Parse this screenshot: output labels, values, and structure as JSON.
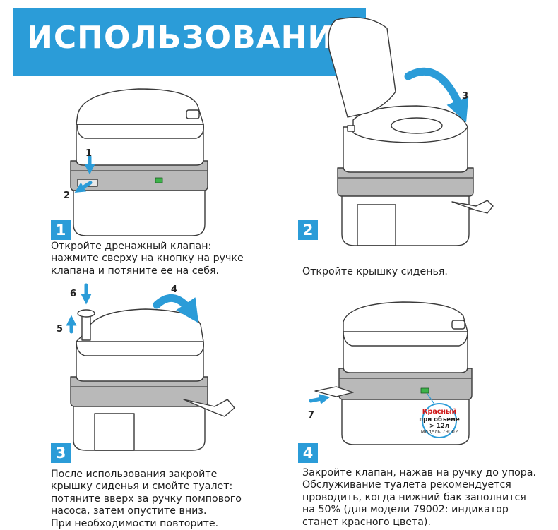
{
  "banner": {
    "title": "ИСПОЛЬЗОВАНИЕ",
    "color": "#2b9cd8"
  },
  "colors": {
    "accent": "#2b9cd8",
    "line": "#3a3a3a",
    "band": "#b9b9b9",
    "indicator_green": "#3db34a",
    "indicator_red": "#d01818"
  },
  "steps": [
    {
      "number": "1",
      "caption": "Откройте дренажный клапан:\nнажмите сверху на кнопку на ручке\nклапана и потяните ее на себя."
    },
    {
      "number": "2",
      "caption": "Откройте крышку сиденья."
    },
    {
      "number": "3",
      "caption": "После использования закройте\nкрышку сиденья и смойте туалет:\nпотяните вверх за ручку помпового\nнасоса, затем опустите вниз.\nПри необходимости повторите."
    },
    {
      "number": "4",
      "caption": "Закройте клапан, нажав на ручку до упора.\nОбслуживание туалета рекомендуется\nпроводить, когда нижний бак заполнится\nна 50% (для модели 79002: индикатор\nстанет красного цвета)."
    }
  ],
  "arrow_labels": {
    "step1_push": "1",
    "step1_pull": "2",
    "step2_lid": "3",
    "step3_lid": "4",
    "step3_pump_up": "5",
    "step3_pump_down": "6",
    "step4_push": "7"
  },
  "indicator_badge": {
    "title": "Красный",
    "line1": "при объеме",
    "line2": "> 12л",
    "model": "Модель 79002"
  }
}
